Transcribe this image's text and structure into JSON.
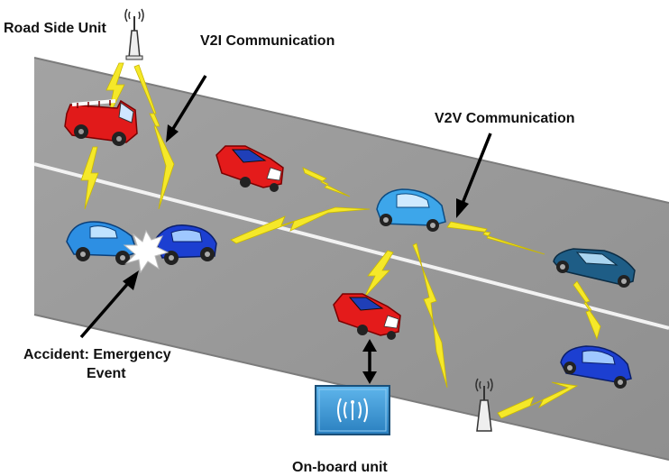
{
  "labels": {
    "rsu": "Road Side Unit",
    "v2i": "V2I Communication",
    "v2v": "V2V Communication",
    "accident_line1": "Accident: Emergency",
    "accident_line2": "Event",
    "obu": "On-board unit"
  },
  "colors": {
    "road": "#9a9a9a",
    "lane_mark": "#ffffff",
    "lightning": "#f5e829",
    "arrow": "#000000",
    "obu_box": "#3c9cdc"
  },
  "icons": [
    "antenna-tower-icon",
    "fire-truck-icon",
    "car-icon",
    "lightning-icon",
    "arrow-icon",
    "crash-burst-icon",
    "obu-device-icon"
  ]
}
